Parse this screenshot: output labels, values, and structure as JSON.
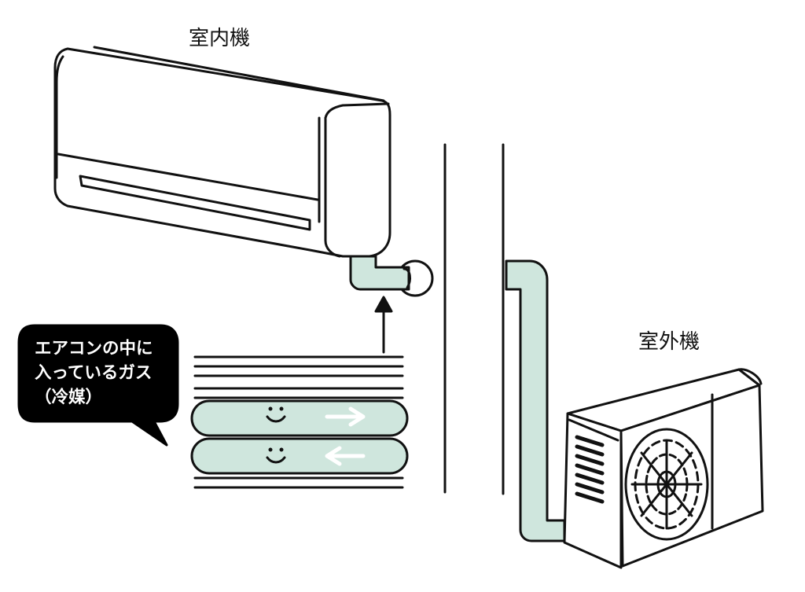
{
  "labels": {
    "indoor_unit": "室内機",
    "outdoor_unit": "室外機"
  },
  "callout": {
    "line1": "エアコンの中に",
    "line2": "入っているガス",
    "line3": "（冷媒）"
  },
  "colors": {
    "pipe_fill": "#cfe6dd",
    "outline": "#111111",
    "callout_bg": "#000000",
    "callout_text": "#ffffff"
  },
  "flow_arrows": [
    "right",
    "left"
  ]
}
